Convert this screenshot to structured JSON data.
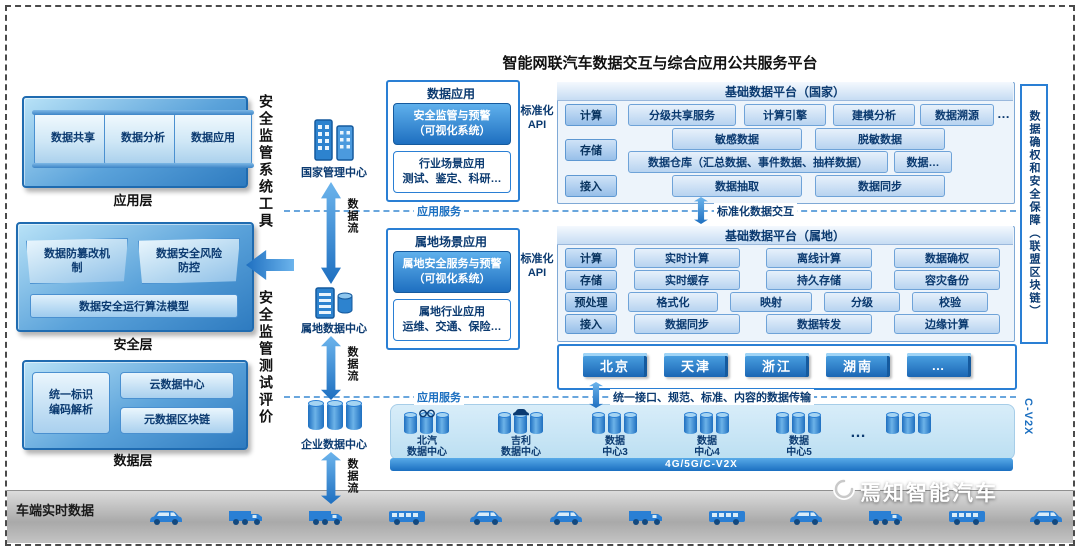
{
  "title": "智能网联汽车数据交互与综合应用公共服务平台",
  "colors": {
    "accent_blue": "#1e6fc0",
    "light_blue_band": "#cde6f6",
    "dark_text": "#0b3a70",
    "panel_blue": "#5aa2da",
    "gray_bar": "#b5b5b5"
  },
  "left_panel": {
    "app_layer": {
      "label": "应用层",
      "items": [
        "数据共享",
        "数据分析",
        "数据应用"
      ]
    },
    "security_layer": {
      "label": "安全层",
      "items": [
        "数据防篡改机制",
        "数据安全风险防控"
      ],
      "bar": "数据安全运行算法模型"
    },
    "data_layer": {
      "label": "数据层",
      "items": [
        "统一标识编码解析",
        "云数据中心",
        "元数据区块链"
      ]
    },
    "vehicle_label": "车端实时数据"
  },
  "supervision": {
    "top": "安全监管系统工具",
    "bottom": "安全监管测试评价"
  },
  "centers": {
    "national": "国家管理中心",
    "local": "属地数据中心",
    "enterprise": "企业数据中心",
    "flow": "数据流"
  },
  "service_layer": {
    "app_service": "应用服务",
    "exchange": "标准化数据交互",
    "transport": "统一接口、规范、标准、内容的数据传输"
  },
  "api_label": {
    "line1": "标准化",
    "line2": "API"
  },
  "app_boxes": {
    "national": {
      "header": "数据应用",
      "primary_line1": "安全监管与预警",
      "primary_line2": "（可视化系统）",
      "secondary_line1": "行业场景应用",
      "secondary_line2": "测试、鉴定、科研…"
    },
    "local": {
      "header": "属地场景应用",
      "primary_line1": "属地安全服务与预警",
      "primary_line2": "（可视化系统）",
      "secondary_line1": "属地行业应用",
      "secondary_line2": "运维、交通、保险…"
    }
  },
  "national_platform": {
    "title": "基础数据平台（国家）",
    "compute_label": "计算",
    "compute_items": [
      "分级共享服务",
      "计算引擎",
      "建模分析",
      "数据溯源",
      "…"
    ],
    "storage_label": "存储",
    "storage_row1": [
      "敏感数据",
      "脱敏数据"
    ],
    "storage_row2": [
      "数据仓库（汇总数据、事件数据、抽样数据）",
      "数据…"
    ],
    "access_label": "接入",
    "access_items": [
      "数据抽取",
      "数据同步"
    ]
  },
  "local_platform": {
    "title": "基础数据平台（属地）",
    "rows": [
      {
        "label": "计算",
        "items": [
          "实时计算",
          "离线计算",
          "数据确权"
        ]
      },
      {
        "label": "存储",
        "items": [
          "实时缓存",
          "持久存储",
          "容灾备份"
        ]
      },
      {
        "label": "预处理",
        "items": [
          "格式化",
          "映射",
          "分级",
          "校验"
        ]
      },
      {
        "label": "接入",
        "items": [
          "数据同步",
          "数据转发",
          "边缘计算"
        ]
      }
    ]
  },
  "regions": [
    "北京",
    "天津",
    "浙江",
    "湖南",
    "…"
  ],
  "datacenters": {
    "band": [
      {
        "line1": "北汽",
        "line2": "数据中心"
      },
      {
        "line1": "吉利",
        "line2": "数据中心"
      },
      {
        "line1": "数据",
        "line2": "中心3"
      },
      {
        "line1": "数据",
        "line2": "中心4"
      },
      {
        "line1": "数据",
        "line2": "中心5"
      }
    ],
    "more": "…",
    "network": "4G/5G/C-V2X"
  },
  "right_bar": {
    "blockchain": "数据确权和安全保障（联盟区块链）",
    "cv2x": "C-V2X"
  },
  "watermark": {
    "text": "焉知智能汽车"
  }
}
